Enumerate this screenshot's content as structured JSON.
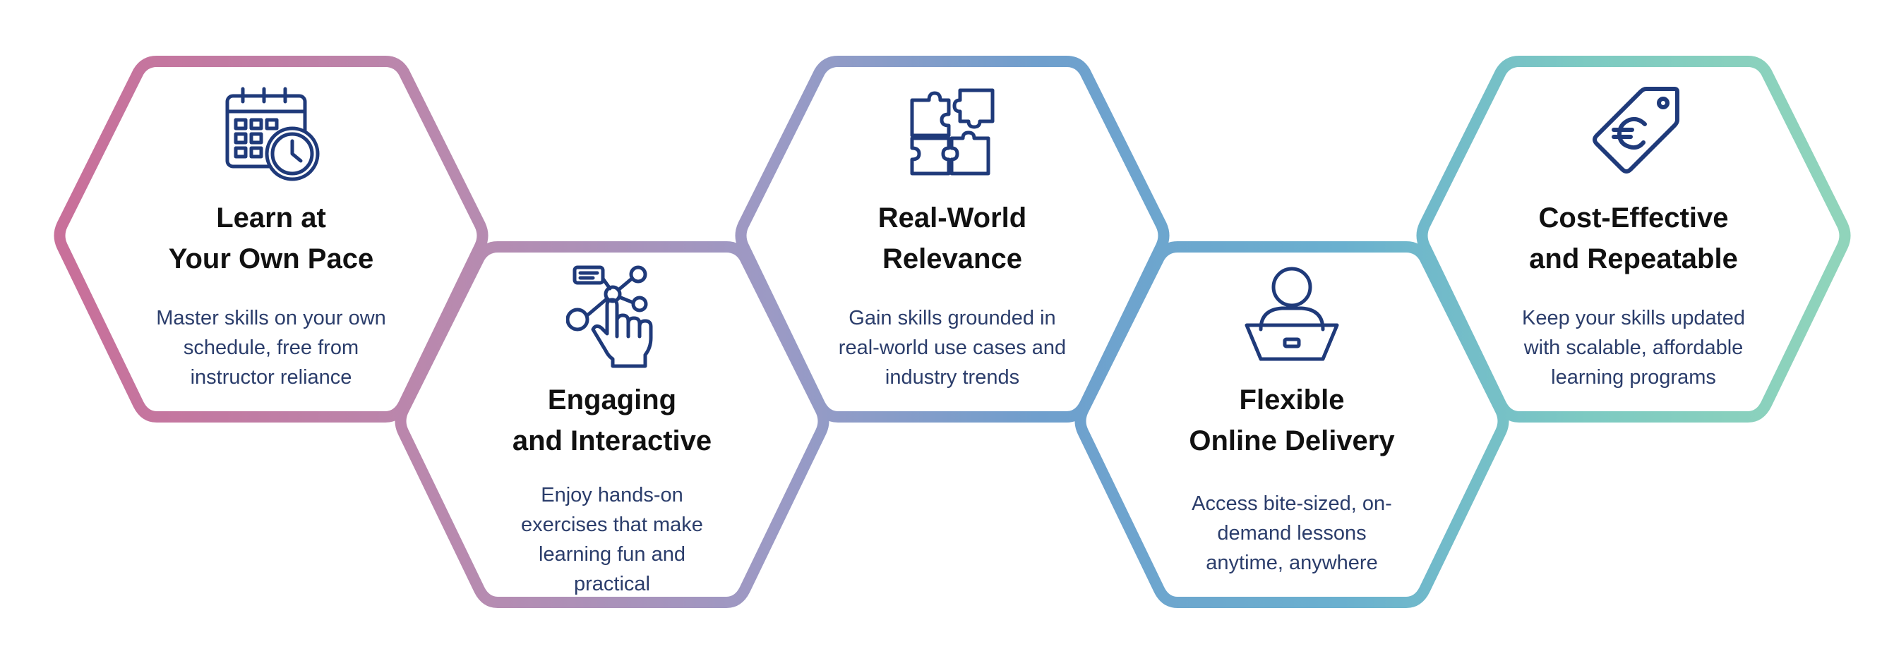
{
  "colors": {
    "text_title": "#111111",
    "text_desc": "#2b3d6b",
    "icon": "#1f3a7a",
    "gradient_stops": [
      "#c8709a",
      "#a896bd",
      "#7f9cc9",
      "#6aa6cf",
      "#7cc7c3",
      "#8fd3bd"
    ]
  },
  "cards": [
    {
      "id": "learn-at-your-own-pace",
      "icon": "calendar-clock-icon",
      "title_lines": [
        "Learn at",
        "Your Own Pace"
      ],
      "description_lines": [
        "Master skills on your own",
        "schedule, free from",
        "instructor reliance"
      ]
    },
    {
      "id": "engaging-and-interactive",
      "icon": "touch-interaction-icon",
      "title_lines": [
        "Engaging",
        "and Interactive"
      ],
      "description_lines": [
        "Enjoy hands-on",
        "exercises that make",
        "learning fun and",
        "practical"
      ]
    },
    {
      "id": "real-world-relevance",
      "icon": "puzzle-pieces-icon",
      "title_lines": [
        "Real-World",
        "Relevance"
      ],
      "description_lines": [
        "Gain skills grounded in",
        "real-world use cases and",
        "industry trends"
      ]
    },
    {
      "id": "flexible-online-delivery",
      "icon": "person-laptop-icon",
      "title_lines": [
        "Flexible",
        "Online Delivery"
      ],
      "description_lines": [
        "Access bite-sized, on-",
        "demand lessons",
        "anytime, anywhere"
      ]
    },
    {
      "id": "cost-effective-and-repeatable",
      "icon": "euro-price-tag-icon",
      "title_lines": [
        "Cost-Effective",
        "and Repeatable"
      ],
      "description_lines": [
        "Keep your skills updated",
        "with scalable, affordable",
        "learning programs"
      ]
    }
  ]
}
